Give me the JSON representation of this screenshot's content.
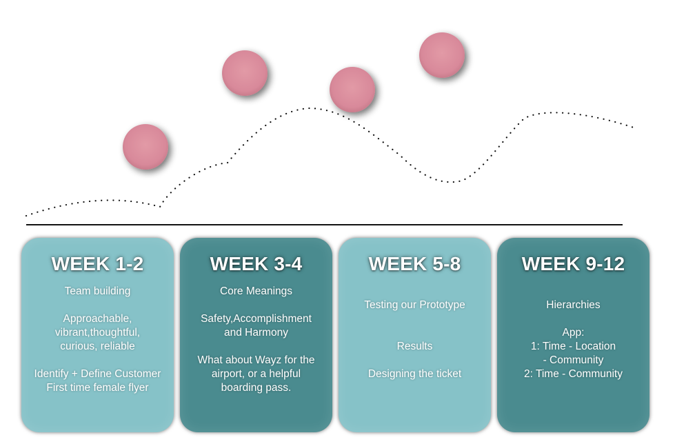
{
  "colors": {
    "card_light": "#86c2c8",
    "card_dark": "#4a8b8f",
    "bubble": "#dc8c9a",
    "text": "#ffffff",
    "line": "#111111"
  },
  "weeks": [
    {
      "title": "WEEK 1-2",
      "lines": [
        "Team building",
        "",
        "Approachable,",
        "vibrant,thoughtful,",
        "curious, reliable",
        "",
        "Identify + Define Customer",
        "First time female flyer"
      ]
    },
    {
      "title": "WEEK 3-4",
      "lines": [
        "Core Meanings",
        "",
        "Safety,Accomplishment",
        "and Harmony",
        "",
        "What about Wayz for the",
        "airport, or a helpful",
        "boarding pass."
      ]
    },
    {
      "title": "WEEK 5-8",
      "lines": [
        "",
        "Testing our Prototype",
        "",
        "",
        "Results",
        "",
        "Designing the ticket"
      ]
    },
    {
      "title": "WEEK 9-12",
      "lines": [
        "",
        "Hierarchies",
        "",
        "App:",
        "1: Time - Location",
        "- Community",
        "2: Time - Community"
      ]
    }
  ]
}
